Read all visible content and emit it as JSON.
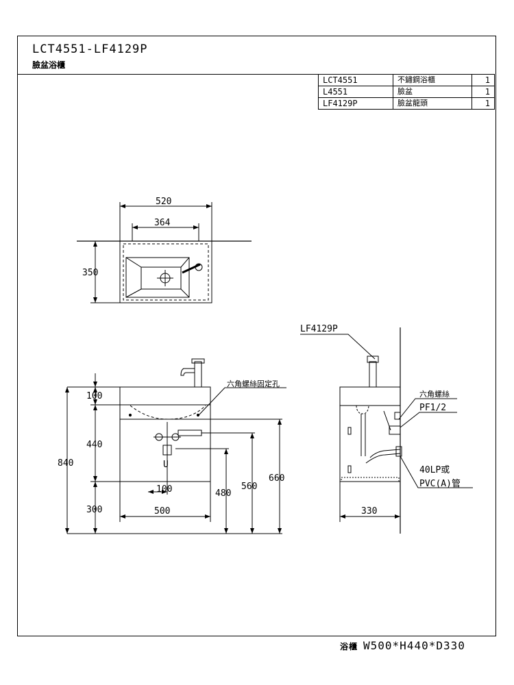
{
  "title": {
    "model": "LCT4551-LF4129P",
    "subtitle": "臉盆浴櫃"
  },
  "parts": [
    {
      "code": "LCT4551",
      "name": "不鏽鋼浴櫃",
      "qty": "1"
    },
    {
      "code": "L4551",
      "name": "臉盆",
      "qty": "1"
    },
    {
      "code": "LF4129P",
      "name": "臉盆龍頭",
      "qty": "1"
    }
  ],
  "top_view": {
    "dim_width": "520",
    "dim_inner": "364",
    "dim_depth": "350"
  },
  "front_view": {
    "dim_top": "100",
    "dim_cabinet": "440",
    "dim_total": "840",
    "dim_bottom": "300",
    "dim_drain_offset": "100",
    "dim_width": "500",
    "dim_480": "480",
    "dim_560": "560",
    "dim_660": "660",
    "label_hole": "六角螺絲固定孔",
    "drain_letter": "U"
  },
  "side_view": {
    "label_faucet": "LF4129P",
    "label_screw": "六角螺絲",
    "label_pf": "PF1/2",
    "label_trap": "40LP或",
    "label_pvc": "PVC(A)管",
    "dim_depth": "330"
  },
  "footer": {
    "label": "浴櫃",
    "dims": "W500*H440*D330"
  }
}
